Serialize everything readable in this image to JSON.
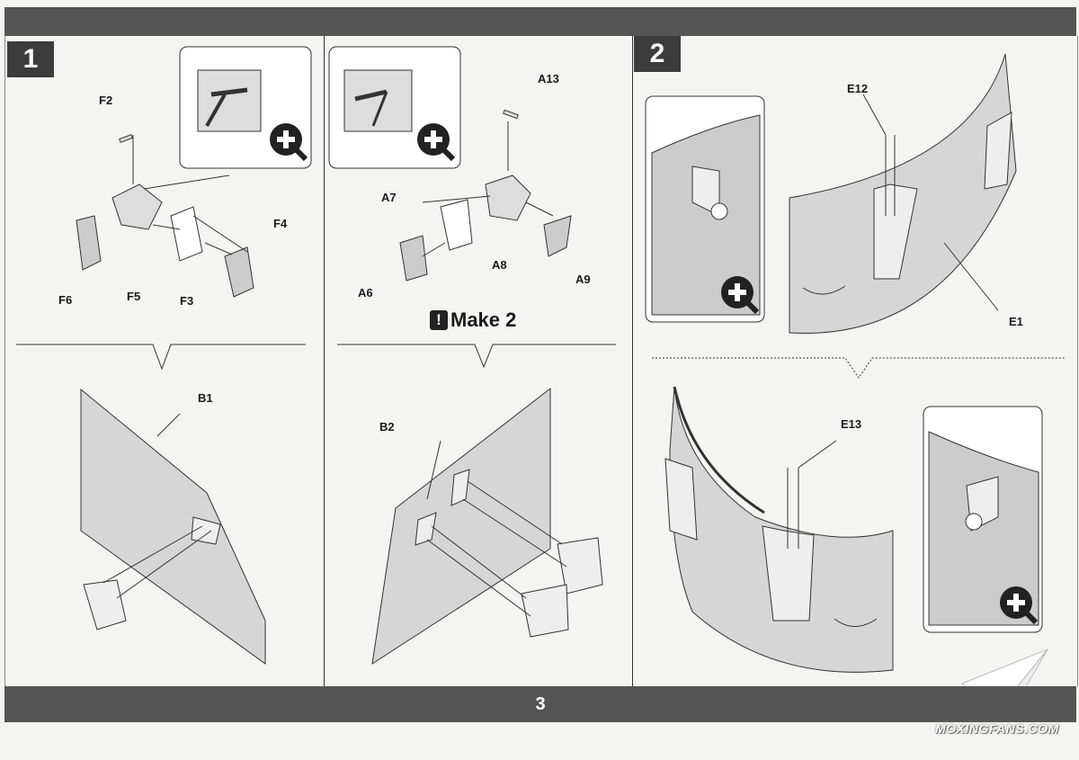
{
  "page": {
    "number": "3"
  },
  "steps": [
    {
      "number": "1"
    },
    {
      "number": "2"
    }
  ],
  "step1a": {
    "labels": [
      "F2",
      "F4",
      "F6",
      "F5",
      "F3",
      "B1"
    ]
  },
  "step1b": {
    "labels": [
      "A13",
      "A7",
      "A8",
      "A9",
      "A6",
      "B2"
    ],
    "note": "Make 2"
  },
  "step2": {
    "labels": [
      "E12",
      "E1",
      "E13"
    ]
  },
  "watermark": "MOXINGFANS.COM",
  "icons": [
    "zoom-in-icon",
    "warning-icon",
    "paper-plane-logo-icon"
  ]
}
